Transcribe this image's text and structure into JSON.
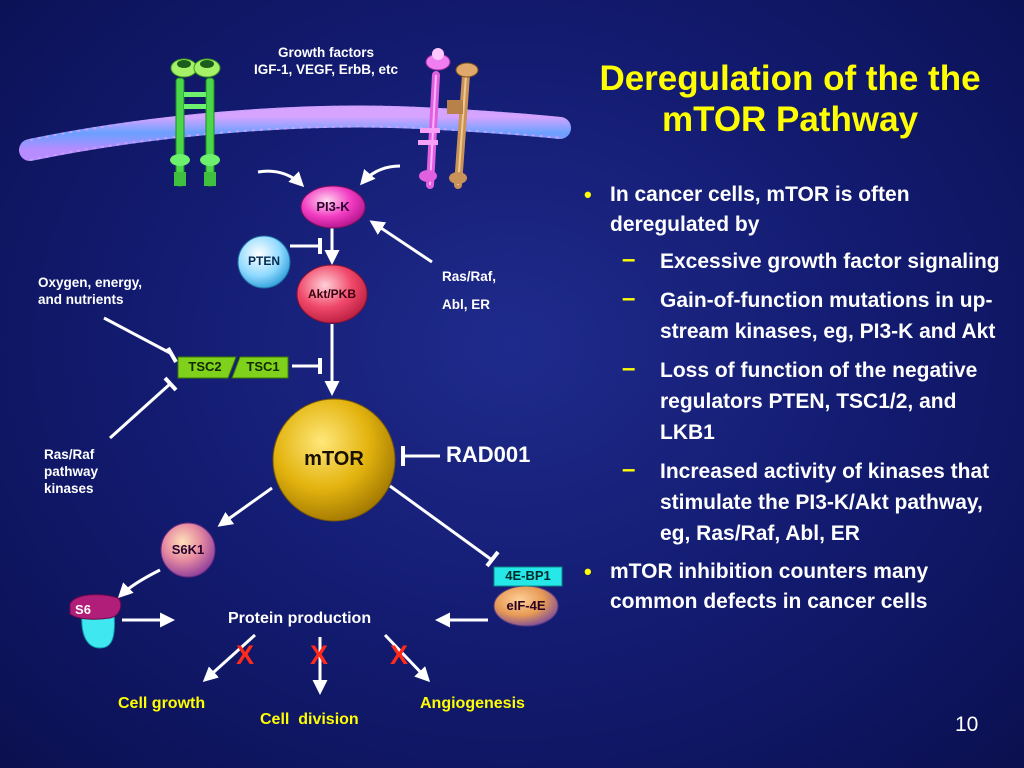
{
  "slide": {
    "title": "Deregulation of the the mTOR Pathway",
    "page_number": "10"
  },
  "bullets": [
    {
      "text": "In cancer cells, mTOR is often deregulated by",
      "sub": [
        "Excessive growth factor signaling",
        "Gain-of-function mutations in up-stream kinases, eg, PI3-K and Akt",
        "Loss of function of the negative regulators PTEN, TSC1/2, and LKB1",
        "Increased activity of kinases that stimulate the PI3-K/Akt pathway, eg, Ras/Raf, Abl, ER"
      ]
    },
    {
      "text": "mTOR inhibition counters many common defects in cancer cells",
      "sub": []
    }
  ],
  "diagram": {
    "growth_factors_line1": "Growth factors",
    "growth_factors_line2": "IGF-1, VEGF, ErbB, etc",
    "pi3k": "PI3-K",
    "pten": "PTEN",
    "akt": "Akt/PKB",
    "ras_raf_abl_line1": "Ras/Raf,",
    "ras_raf_abl_line2": "Abl, ER",
    "oxygen_line1": "Oxygen, energy,",
    "oxygen_line2": "and nutrients",
    "tsc2": "TSC2",
    "tsc1": "TSC1",
    "ras_raf_kinases_line1": "Ras/Raf",
    "ras_raf_kinases_line2": "pathway",
    "ras_raf_kinases_line3": "kinases",
    "mtor": "mTOR",
    "rad001": "RAD001",
    "s6k1": "S6K1",
    "s6": "S6",
    "protein_production": "Protein production",
    "four_ebp1": "4E-BP1",
    "eif4e": "eIF-4E",
    "x_mark": "X",
    "cell_growth": "Cell growth",
    "cell_division": "Cell  division",
    "angiogenesis": "Angiogenesis"
  },
  "colors": {
    "background": "#121a6e",
    "title": "#ffff00",
    "bullet_marker": "#ffff00",
    "outcome_text": "#ffff00",
    "x_mark": "#ff2a1a",
    "tsc_box": "#7fd11b",
    "four_ebp1_box": "#27e8e8"
  }
}
